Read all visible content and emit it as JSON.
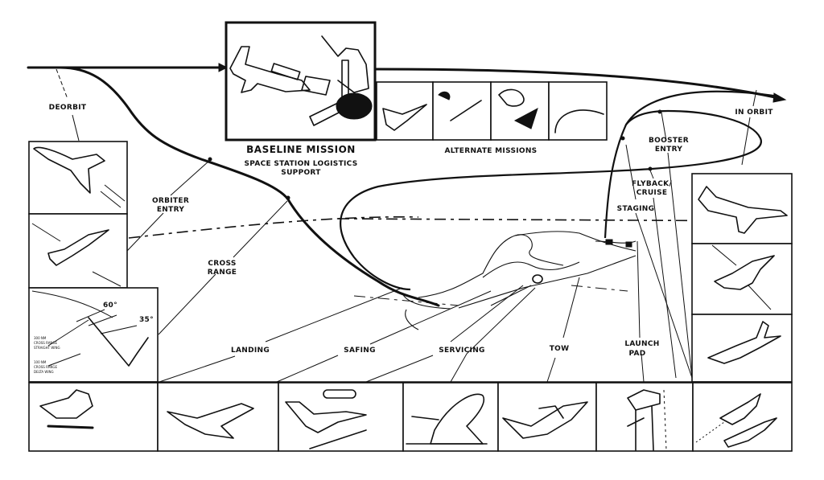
{
  "figure": {
    "baseline_title": "BASELINE MISSION",
    "baseline_subtitle_line1": "SPACE STATION LOGISTICS",
    "baseline_subtitle_line2": "SUPPORT",
    "alternate_title": "ALTERNATE MISSIONS"
  },
  "phases": {
    "deorbit": "DEORBIT",
    "orbiter_entry_line1": "ORBITER",
    "orbiter_entry_line2": "ENTRY",
    "cross_range_line1": "CROSS",
    "cross_range_line2": "RANGE",
    "in_orbit": "IN ORBIT",
    "booster_entry_line1": "BOOSTER",
    "booster_entry_line2": "ENTRY",
    "flyback_line1": "FLYBACK/",
    "flyback_line2": "CRUISE",
    "staging": "STAGING"
  },
  "ground_ops": {
    "landing": "LANDING",
    "safing": "SAFING",
    "servicing": "SERVICING",
    "tow": "TOW",
    "launch_pad_line1": "LAUNCH",
    "launch_pad_line2": "PAD"
  },
  "angle_panel": {
    "angle_high": "60°",
    "angle_low": "35°",
    "note_upper": [
      "300 NM",
      "CROSS RANGE",
      "STRAIGHT WING"
    ],
    "note_lower": [
      "100 NM",
      "CROSS RANGE",
      "DELTA WING"
    ]
  },
  "panels": {
    "alternate_count": 4,
    "bottom_count": 7,
    "right_count": 3,
    "left_count": 3
  }
}
